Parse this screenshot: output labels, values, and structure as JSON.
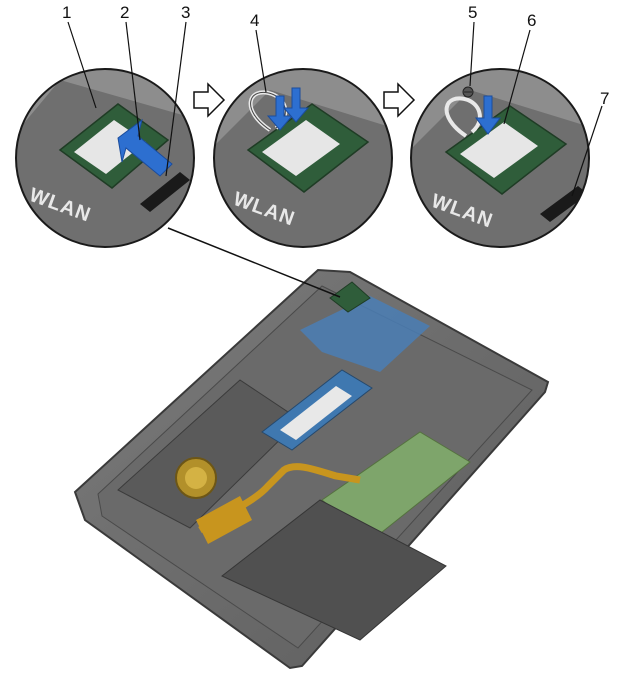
{
  "diagram": {
    "callouts": [
      "1",
      "2",
      "3",
      "4",
      "5",
      "6",
      "7"
    ],
    "board_label": "WLAN",
    "step_arrows": [
      "next-step",
      "next-step"
    ],
    "colors": {
      "card_green": "#2f5d3a",
      "pcb_blue": "#4a7eb5",
      "arrow_blue": "#2d6fd0",
      "chassis_gray": "#8a8a8a",
      "ribbon_gold": "#c8951e",
      "touchpad_green": "#7ea56b"
    }
  }
}
